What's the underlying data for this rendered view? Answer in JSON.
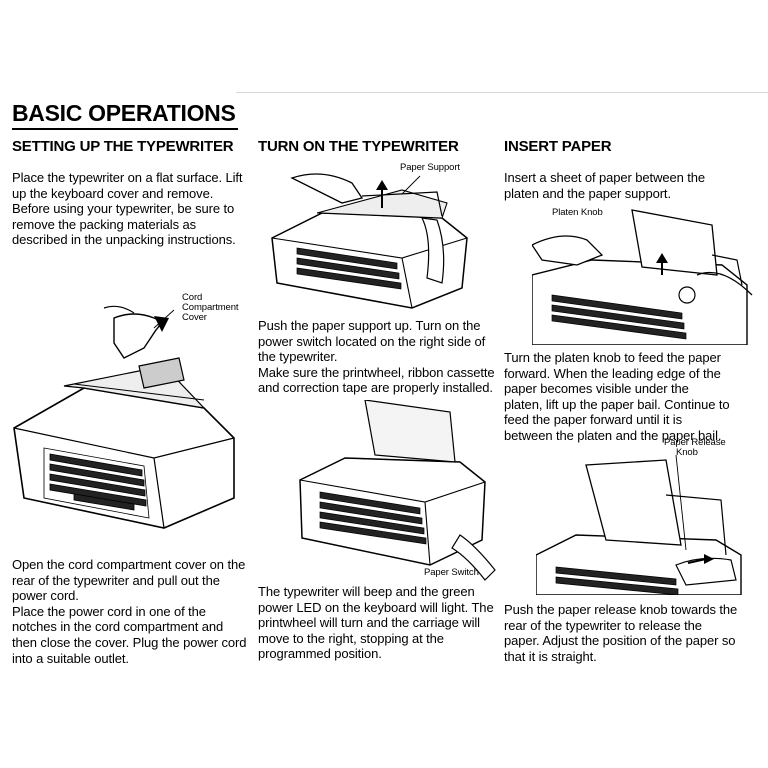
{
  "page": {
    "title": "BASIC OPERATIONS"
  },
  "columns": [
    {
      "heading": "SETTING UP THE TYPEWRITER",
      "intro": "Place the typewriter on a flat surface. Lift up the keyboard cover and remove.\nBefore using your typewriter, be sure to remove the packing materials as described in the unpacking instructions.",
      "figure_labels": [
        "Cord",
        "Compartment",
        "Cover"
      ],
      "body": "Open the cord compartment cover on the rear of the typewriter and pull out the power cord.\nPlace the power cord in one of the notches in the cord compartment and then close the cover. Plug the power cord into a suitable outlet."
    },
    {
      "heading": "TURN ON THE TYPEWRITER",
      "figure1_label": "Paper Support",
      "body1": "Push the paper support up. Turn on the power switch located on the right side of the typewriter.\nMake sure the printwheel, ribbon cassette and correction tape are properly installed.",
      "figure2_label": "Paper Switch",
      "body2": "The typewriter will beep and the green power LED on the keyboard will light. The printwheel will turn and the carriage will move to the right, stopping at the programmed position."
    },
    {
      "heading": "INSERT PAPER",
      "intro": "Insert a sheet of paper between the platen and the paper support.",
      "figure1_label": "Platen Knob",
      "body1": "Turn the platen knob to feed the paper forward. When the leading edge of the paper becomes visible under the platen, lift up the paper bail. Continue to feed the paper forward until it is between the platen and the paper bail.",
      "figure2_labels": [
        "Paper Release",
        "Knob"
      ],
      "body2": "Push the paper release knob towards the rear of the typewriter to release the paper. Adjust the position of the paper so that it is straight."
    }
  ]
}
